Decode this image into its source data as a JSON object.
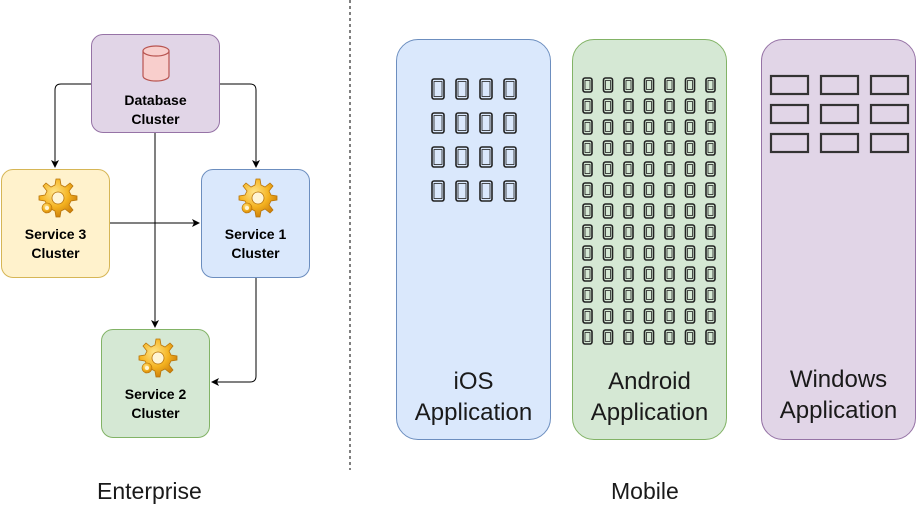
{
  "sections": {
    "enterprise": "Enterprise",
    "mobile": "Mobile"
  },
  "nodes": {
    "database": {
      "label": "Database\nCluster",
      "icon": "database-icon",
      "color": "#e1d5e7"
    },
    "service3": {
      "label": "Service 3\nCluster",
      "icon": "gear-icon",
      "color": "#fff2cc"
    },
    "service1": {
      "label": "Service 1\nCluster",
      "icon": "gear-icon",
      "color": "#dae8fc"
    },
    "service2": {
      "label": "Service 2\nCluster",
      "icon": "gear-icon",
      "color": "#d5e8d4"
    }
  },
  "edges": [
    {
      "from": "database",
      "to": "service3"
    },
    {
      "from": "database",
      "to": "service1"
    },
    {
      "from": "database",
      "to": "service2"
    },
    {
      "from": "service3",
      "to": "service1"
    },
    {
      "from": "service1",
      "to": "service2"
    }
  ],
  "apps": {
    "ios": {
      "label": "iOS\nApplication",
      "device_icon": "smartphone-icon",
      "device_count": 16,
      "color": "#dae8fc"
    },
    "android": {
      "label": "Android\nApplication",
      "device_icon": "smartphone-icon",
      "device_count": 91,
      "color": "#d5e8d4"
    },
    "windows": {
      "label": "Windows\nApplication",
      "device_icon": "desktop-window-icon",
      "device_count": 9,
      "color": "#e1d5e7"
    }
  }
}
